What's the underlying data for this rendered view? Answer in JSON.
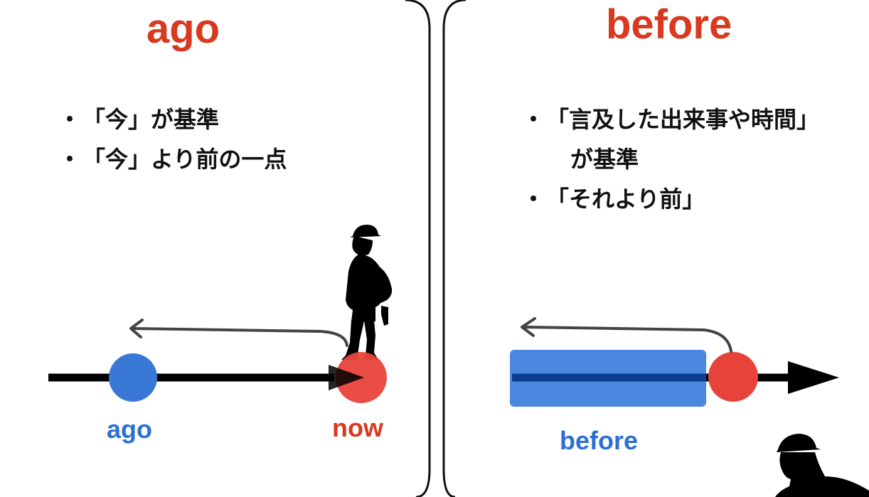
{
  "left_panel": {
    "title": "ago",
    "bullets": [
      "「今」が基準",
      "「今」より前の一点"
    ],
    "point_labels": {
      "ago": "ago",
      "now": "now"
    }
  },
  "right_panel": {
    "title": "before",
    "bullets": [
      "「言及した出来事や時間」",
      "が基準",
      "「それより前」"
    ],
    "point_labels": {
      "before": "before"
    }
  },
  "bullet_symbol": "・",
  "colors": {
    "title": "#d9391f",
    "now_marker": "#e8433a",
    "ago_marker": "#3a78d6",
    "before_box": "#4a88e0",
    "before_line": "#0a3d8f",
    "timeline": "#000000",
    "ago_label": "#2c6fd4",
    "now_label": "#d9391f"
  },
  "icons": [
    "worker-silhouette-icon",
    "curved-arrow-icon",
    "arrow-head-icon"
  ]
}
